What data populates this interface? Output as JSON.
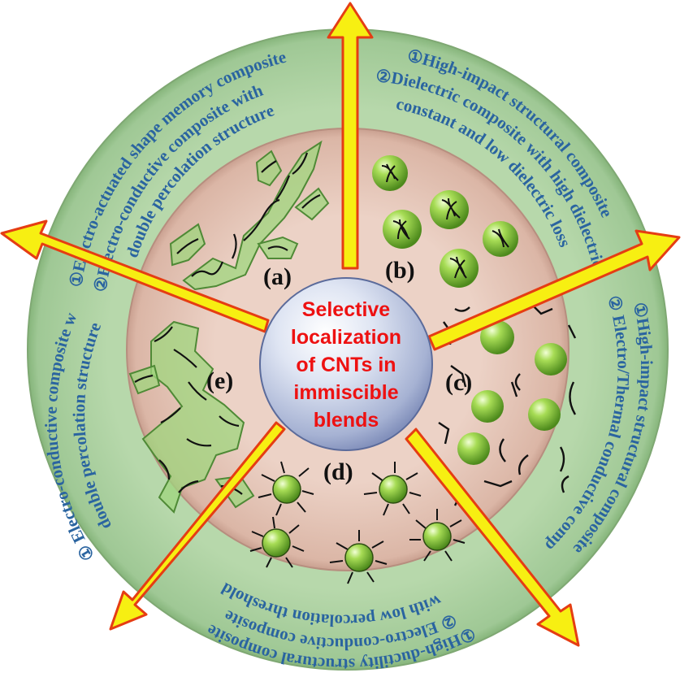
{
  "center": {
    "lines": [
      "Selective",
      "localization",
      "of CNTs in",
      "immiscible",
      "blends"
    ]
  },
  "segment_labels": [
    "(a)",
    "(b)",
    "(c)",
    "(d)",
    "(e)"
  ],
  "ring_text": {
    "a": [
      "①Electro-actuated shape memory composite",
      "②Electro-conductive composite with",
      "double percolation structure"
    ],
    "b": [
      "①High-impact structural composite",
      "②Dielectric composite with high dielectric",
      "constant and low dielectric loss"
    ],
    "c": [
      "①High-impact structural composite",
      "② Electro/Thermal conductive composite"
    ],
    "d": [
      "①High-ductility structural composite",
      "② Electro-conductive composite",
      "with low percolation threshold"
    ],
    "e": [
      "① Electro-conductive composite with",
      "double percolation structure"
    ]
  },
  "colors": {
    "outer_ring": "#b5d6a9",
    "inner_disc": "#e5c6b9",
    "arrow_fill": "#f7ef12",
    "arrow_stroke": "#e53d13",
    "ring_text": "#2a64a0",
    "center_text": "#ee1111",
    "sphere": "#8fcf3a"
  }
}
